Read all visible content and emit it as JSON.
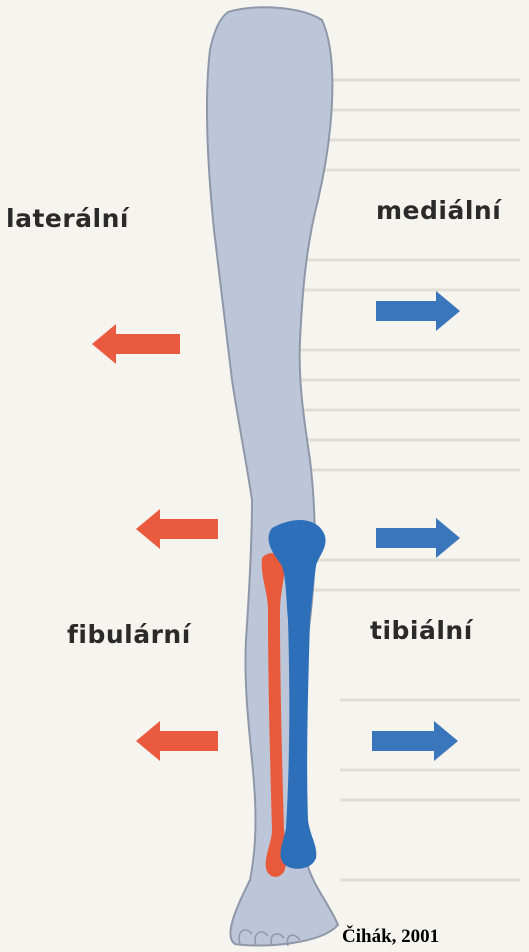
{
  "labels": {
    "lateral": "laterální",
    "medial": "mediální",
    "fibular": "fibulární",
    "tibial": "tibiální"
  },
  "credit": "Čihák, 2001",
  "colors": {
    "lateral_arrow": "#e95a3e",
    "medial_arrow": "#3a76bb",
    "leg_fill": "#bcc6d8",
    "tibia": "#2e6fba",
    "fibula": "#e85a3a"
  },
  "icons": [
    "arrow-left-icon",
    "arrow-right-icon"
  ]
}
